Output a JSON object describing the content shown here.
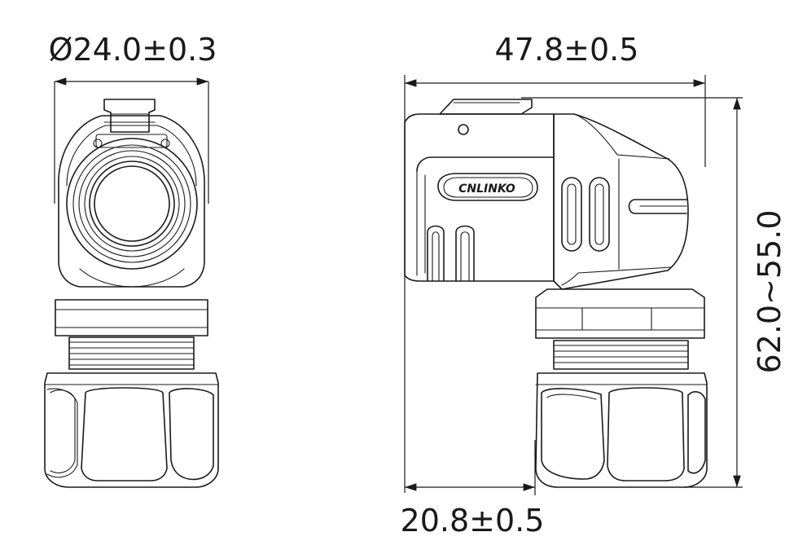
{
  "drawing": {
    "dimensions": {
      "diameter": "Ø24.0±0.3",
      "width": "47.8±0.5",
      "height_range": "62.0~55.0",
      "offset": "20.8±0.5"
    },
    "logo_text": "CNLINKO"
  },
  "colors": {
    "stroke": "#1a1a1a",
    "background": "#ffffff"
  }
}
